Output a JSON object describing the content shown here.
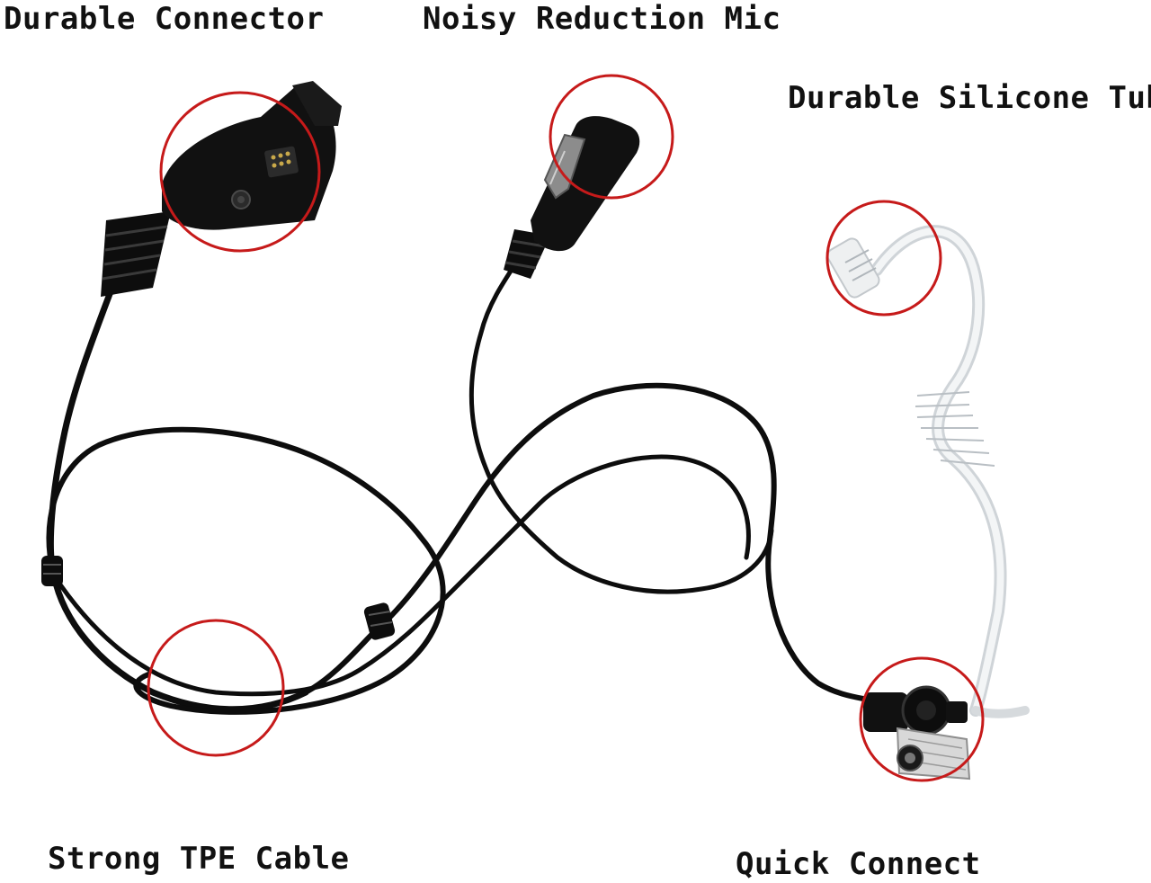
{
  "labels": {
    "durable_connector": "Durable Connector",
    "noisy_reduction_mic": "Noisy Reduction Mic",
    "durable_silicone_tube": "Durable Silicone Tube",
    "strong_tpe_cable": "Strong TPE Cable",
    "quick_connect": "Quick Connect"
  },
  "colors": {
    "background": "#ffffff",
    "cable": "#0d0d0d",
    "highlight_circle": "#c61a1a",
    "tube": "#d9dde0",
    "label_text": "#111111"
  },
  "icons": {
    "connector": "radio-connector-plug",
    "mic": "clip-microphone",
    "earpiece": "acoustic-tube-earpiece",
    "quick_connect": "quick-disconnect-joint"
  }
}
